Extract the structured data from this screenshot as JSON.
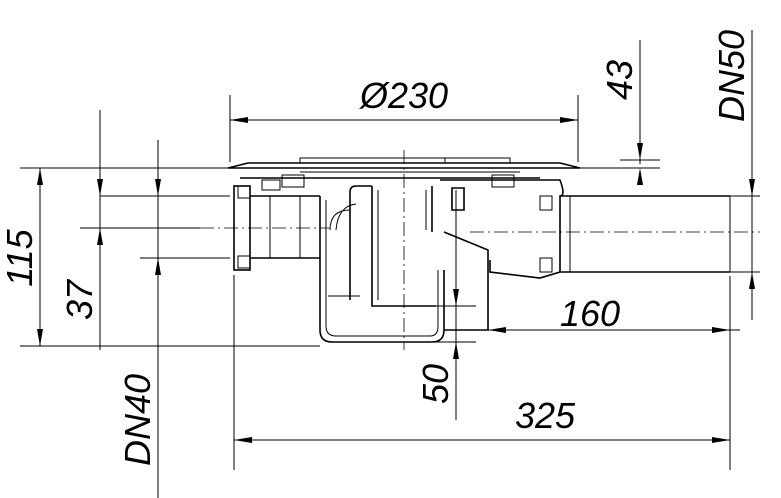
{
  "labels": {
    "diameter": "Ø230",
    "h43": "43",
    "dn50": "DN50",
    "h115": "115",
    "h37": "37",
    "dn40": "DN40",
    "l160": "160",
    "d50": "50",
    "l325": "325"
  }
}
